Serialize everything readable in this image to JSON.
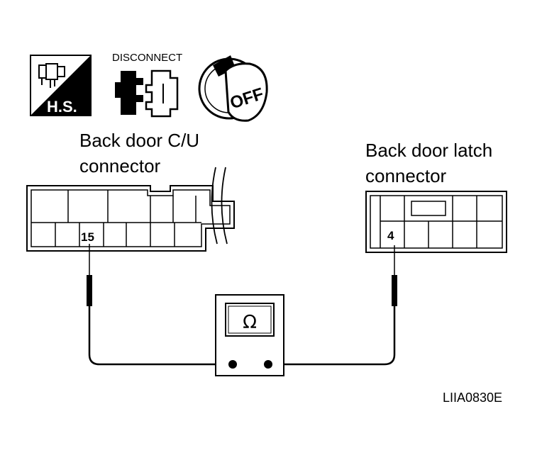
{
  "icons": {
    "hs_badge": {
      "text": "H.S.",
      "icon": "harness-sensor-icon"
    },
    "disconnect": {
      "text": "DISCONNECT",
      "icon": "disconnect-connector-icon"
    },
    "ignition": {
      "text": "OFF",
      "icon": "ignition-key-icon"
    }
  },
  "left_connector": {
    "label_line1": "Back door C/U",
    "label_line2": "connector",
    "pin": "15"
  },
  "right_connector": {
    "label_line1": "Back door latch",
    "label_line2": "connector",
    "pin": "4"
  },
  "meter": {
    "symbol": "Ω",
    "icon": "ohmmeter-icon"
  },
  "figure_code": "LIIA0830E"
}
